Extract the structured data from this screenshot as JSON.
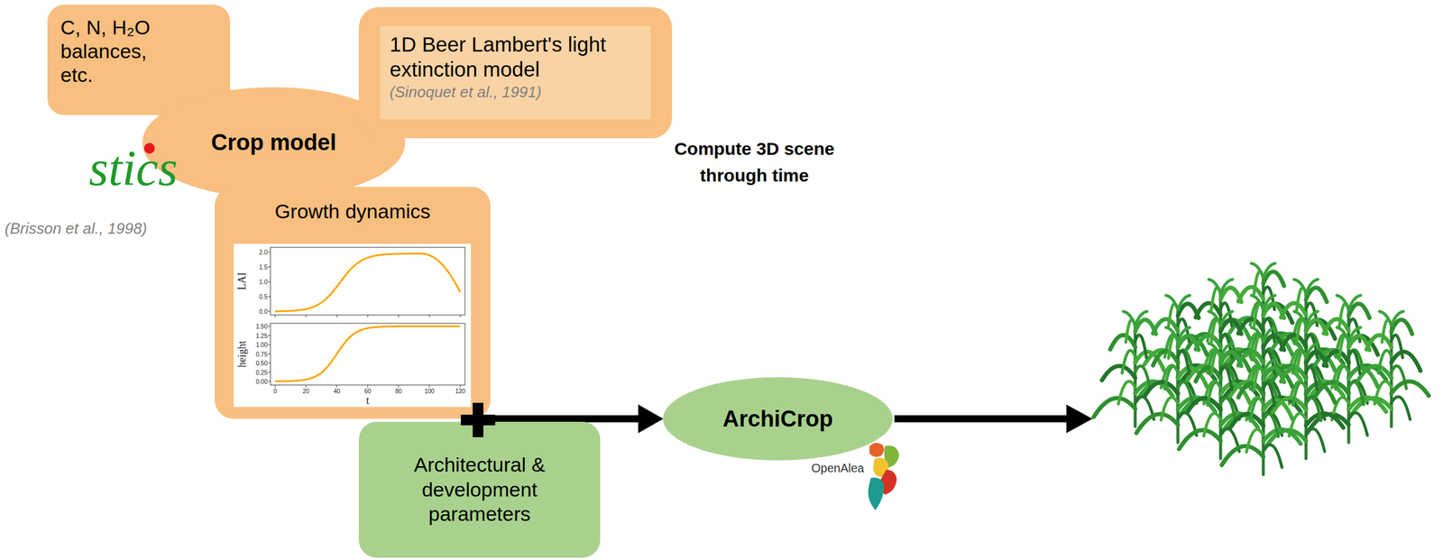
{
  "diagram": {
    "nodes": [
      {
        "text": [
          "C, N, H₂O balances, etc."
        ]
      },
      {
        "text": [
          "Crop model"
        ]
      },
      {
        "text": [
          "1D Beer Lambert's light extinction model",
          "(Sinoquet et al., 1991)"
        ]
      },
      {
        "text": [
          "Growth dynamics"
        ]
      },
      {
        "text": [
          "Architectural & development parameters"
        ]
      },
      {
        "text": [
          "ArchiCrop"
        ]
      }
    ],
    "edges": [
      {
        "from": 3,
        "to": 5,
        "arrow": "to"
      },
      {
        "from": 4,
        "to": 5,
        "arrow": "to"
      }
    ],
    "labels": [
      "(Brisson et al., 1998)",
      "stics",
      "Compute 3D scene through time",
      "OpenAlea",
      "LAI",
      "0.0",
      "0.5",
      "1.0",
      "1.5",
      "2.0",
      "height",
      "0.00",
      "0.25",
      "0.50",
      "0.75",
      "1.00",
      "1.25",
      "1.50",
      "0",
      "20",
      "40",
      "60",
      "80",
      "100",
      "120",
      "t"
    ]
  }
}
